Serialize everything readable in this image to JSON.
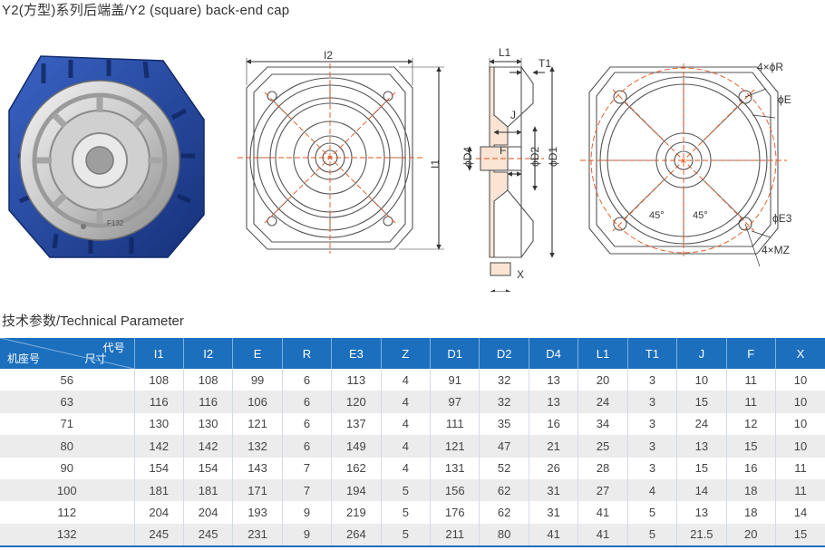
{
  "title": "Y2(方型)系列后端盖/Y2 (square) back-end cap",
  "section_title": "技术参数/Technical Parameter",
  "figure": {
    "product_label": "F132",
    "front_view": {
      "label_width": "I2",
      "label_height": "I1"
    },
    "side_view": {
      "label_l1": "L1",
      "label_t1": "T1",
      "label_j": "J",
      "label_f": "F",
      "label_d4": "ϕD4",
      "label_d2": "ϕD2",
      "label_d1": "ϕD1",
      "label_x": "X"
    },
    "back_view": {
      "label_r": "4×ϕR",
      "label_e": "ϕE",
      "label_e3": "ϕE3",
      "label_mz": "4×MZ",
      "angle_left": "45°",
      "angle_right": "45°"
    }
  },
  "table": {
    "corner_code": "代号",
    "corner_frame": "机座号",
    "corner_size": "尺寸",
    "columns": [
      "I1",
      "I2",
      "E",
      "R",
      "E3",
      "Z",
      "D1",
      "D2",
      "D4",
      "L1",
      "T1",
      "J",
      "F",
      "X"
    ],
    "rows": [
      [
        "56",
        "108",
        "108",
        "99",
        "6",
        "113",
        "4",
        "91",
        "32",
        "13",
        "20",
        "3",
        "10",
        "11",
        "10"
      ],
      [
        "63",
        "116",
        "116",
        "106",
        "6",
        "120",
        "4",
        "97",
        "32",
        "13",
        "24",
        "3",
        "15",
        "11",
        "10"
      ],
      [
        "71",
        "130",
        "130",
        "121",
        "6",
        "137",
        "4",
        "111",
        "35",
        "16",
        "34",
        "3",
        "24",
        "12",
        "10"
      ],
      [
        "80",
        "142",
        "142",
        "132",
        "6",
        "149",
        "4",
        "121",
        "47",
        "21",
        "25",
        "3",
        "13",
        "15",
        "10"
      ],
      [
        "90",
        "154",
        "154",
        "143",
        "7",
        "162",
        "4",
        "131",
        "52",
        "26",
        "28",
        "3",
        "15",
        "16",
        "11"
      ],
      [
        "100",
        "181",
        "181",
        "171",
        "7",
        "194",
        "5",
        "156",
        "62",
        "31",
        "27",
        "4",
        "14",
        "18",
        "11"
      ],
      [
        "112",
        "204",
        "204",
        "193",
        "9",
        "219",
        "5",
        "176",
        "62",
        "31",
        "41",
        "5",
        "13",
        "18",
        "14"
      ],
      [
        "132",
        "245",
        "245",
        "231",
        "9",
        "264",
        "5",
        "211",
        "80",
        "41",
        "41",
        "5",
        "21.5",
        "20",
        "15"
      ]
    ]
  },
  "colors": {
    "header_blue": "#1b6fbd",
    "cap_blue": "#1f3f8f",
    "centerline_red": "#e0531c",
    "row_alt": "#ececed"
  }
}
